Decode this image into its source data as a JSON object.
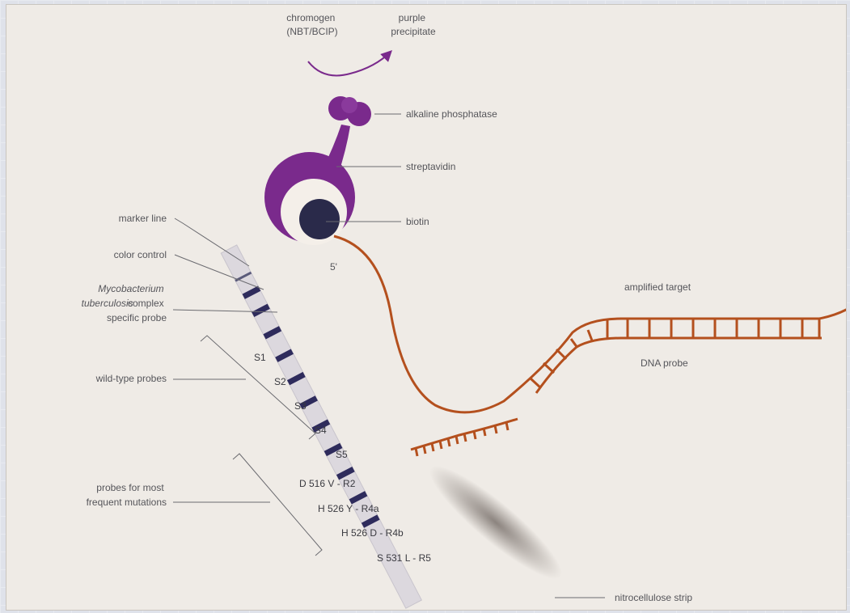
{
  "figure": {
    "chromogen": [
      "chromogen",
      "(NBT/BCIP)"
    ],
    "precipitate": [
      "purple",
      "precipitate"
    ],
    "alkaline_phosphatase": "alkaline phosphatase",
    "streptavidin": "streptavidin",
    "biotin": "biotin",
    "five_prime": "5'",
    "amplified_target": "amplified target",
    "dna_probe": "DNA probe",
    "marker_line": "marker line",
    "color_control": "color control",
    "mtb_probe": [
      "Mycobacterium",
      "tuberculosis",
      "complex",
      "specific probe"
    ],
    "wild_type_probes": "wild-type probes",
    "mutation_probes": [
      "probes for most",
      "frequent  mutations"
    ],
    "nitrocellulose_strip": "nitrocellulose strip",
    "probe_labels": {
      "s1": "S1",
      "s2": "S2",
      "s3": "S3",
      "s4": "S4",
      "s5": "S5",
      "r2": "D 516 V - R2",
      "r4a": "H 526 Y - R4a",
      "r4b": "H 526 D - R4b",
      "r5": "S 531 L - R5"
    }
  },
  "colors": {
    "background": "#efebe6",
    "purple": "#7a2a8c",
    "navy": "#2a2a4a",
    "dna": "#b4501e",
    "strip": "#dcd8de",
    "band": "#2e2b5c"
  }
}
